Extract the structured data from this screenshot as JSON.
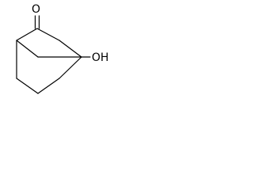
{
  "molecule": {
    "atoms": [
      {
        "id": "oxygen-ketone",
        "label": "O"
      },
      {
        "id": "hydroxyl",
        "label": "OH"
      }
    ]
  }
}
